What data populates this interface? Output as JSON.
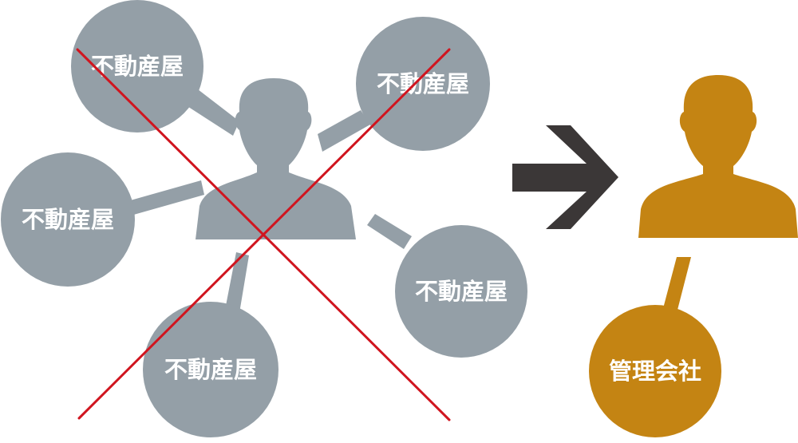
{
  "colors": {
    "gray": "#949fa7",
    "gold": "#c48413",
    "red_cross": "#d0151f",
    "arrow": "#3b3737",
    "label": "#ffffff"
  },
  "left_group": {
    "bubbles": [
      {
        "label": "不動産屋"
      },
      {
        "label": "不動産屋"
      },
      {
        "label": "不動産屋"
      },
      {
        "label": "不動産屋"
      },
      {
        "label": "不動産屋"
      }
    ],
    "person_icon": "person-silhouette-icon",
    "cross_icon": "red-x-icon"
  },
  "arrow_icon": "right-chevron-arrow-icon",
  "right_group": {
    "person_icon": "person-silhouette-icon",
    "bubble": {
      "label": "管理会社"
    }
  }
}
